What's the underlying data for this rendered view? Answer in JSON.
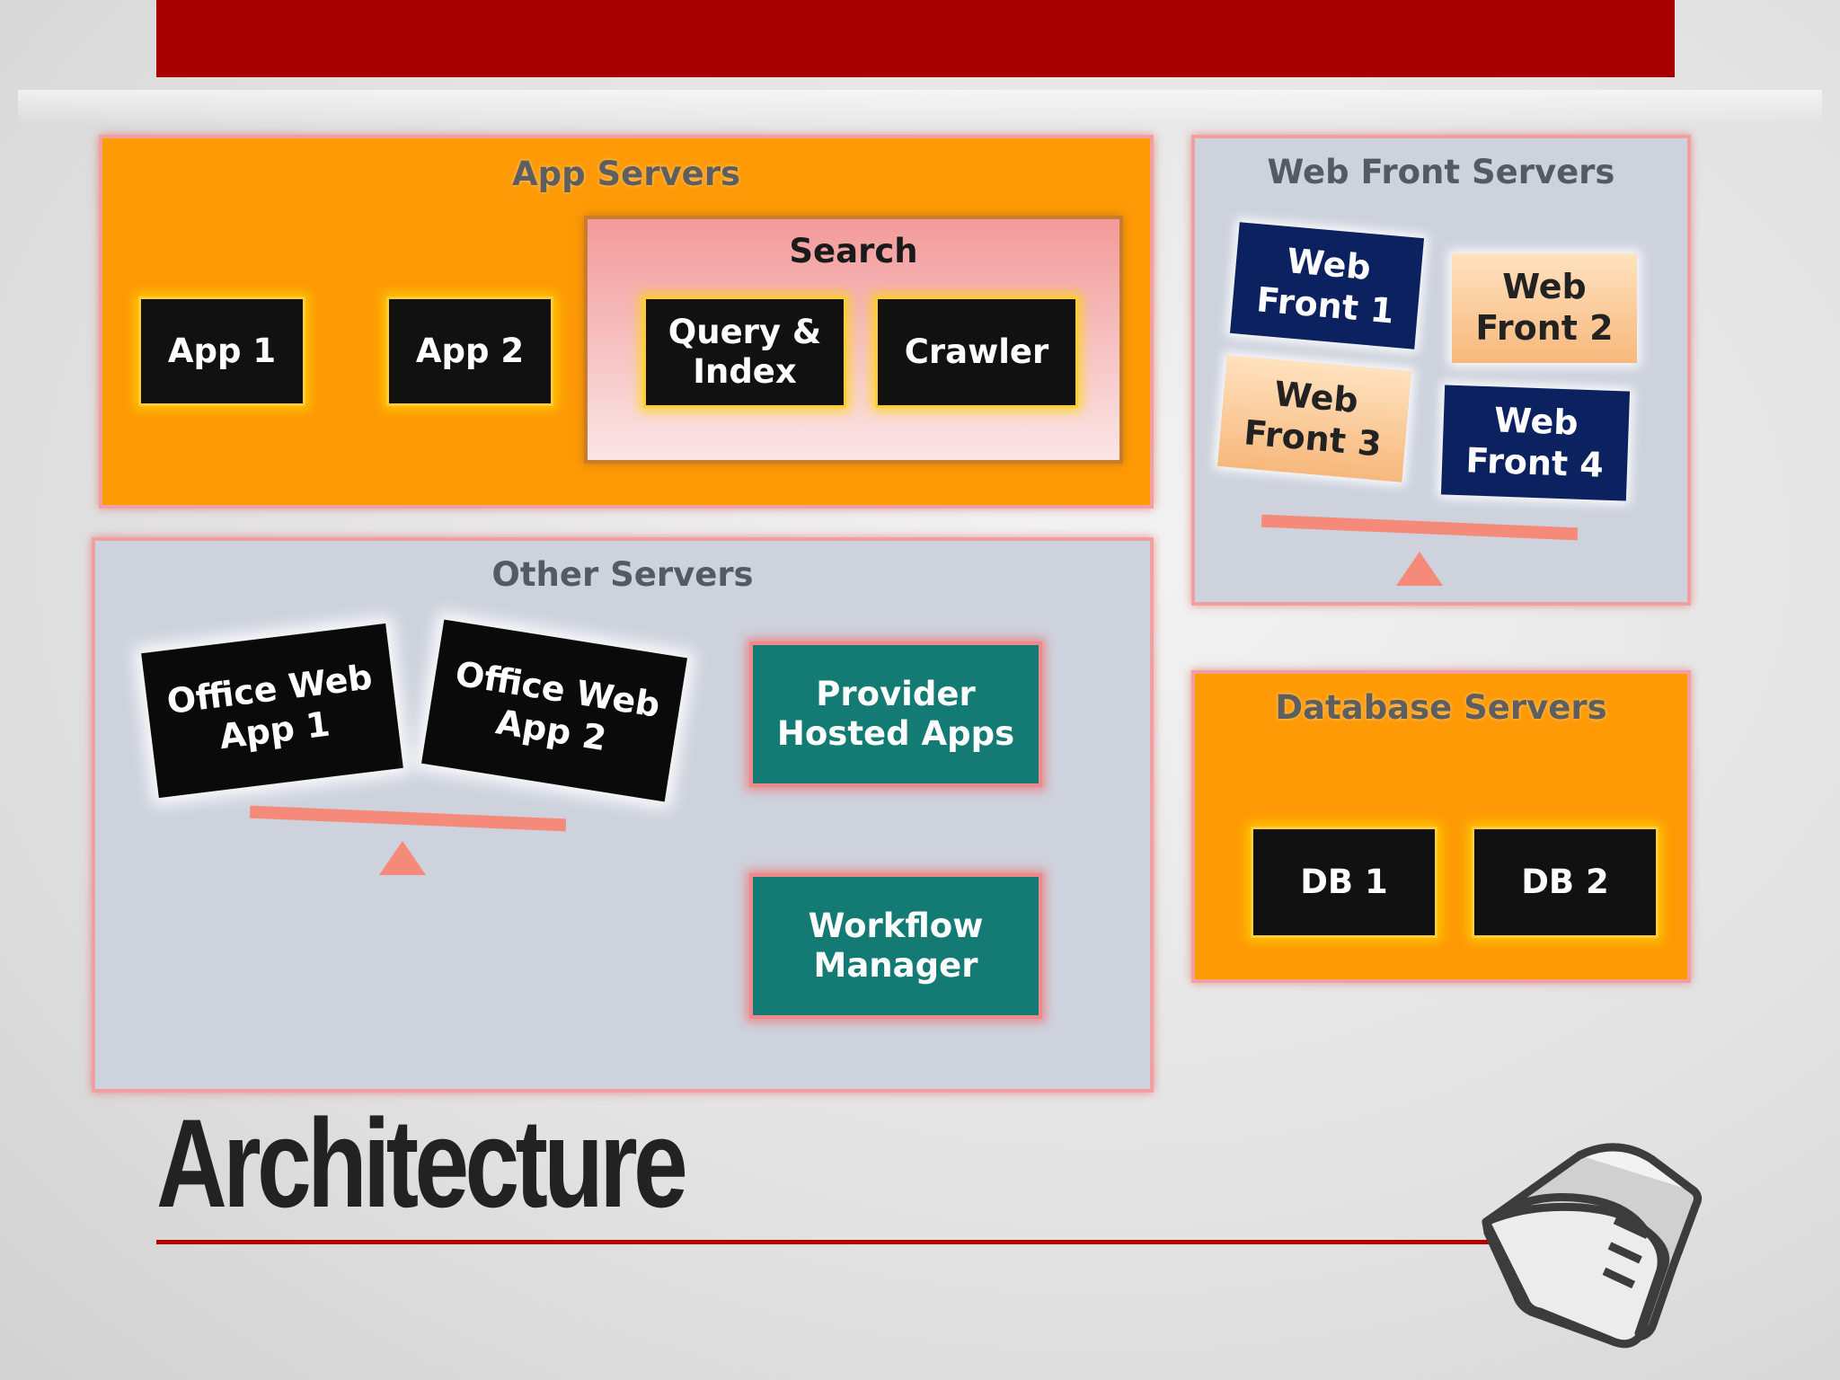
{
  "title": "Architecture",
  "app_servers": {
    "title": "App Servers",
    "items": [
      "App 1",
      "App 2"
    ],
    "search": {
      "title": "Search",
      "items": [
        "Query &\nIndex",
        "Crawler"
      ]
    }
  },
  "web_front_servers": {
    "title": "Web Front Servers",
    "items": [
      "Web\nFront 1",
      "Web\nFront 2",
      "Web\nFront 3",
      "Web\nFront 4"
    ]
  },
  "other_servers": {
    "title": "Other Servers",
    "office_web_apps": [
      "Office Web\nApp 1",
      "Office Web\nApp 2"
    ],
    "provider_hosted_apps": "Provider\nHosted Apps",
    "workflow_manager": "Workflow\nManager"
  },
  "database_servers": {
    "title": "Database Servers",
    "items": [
      "DB 1",
      "DB 2"
    ]
  },
  "colors": {
    "accent_red": "#a80000",
    "orange": "#fe9a05",
    "grey_panel": "#cdd2dd",
    "navy": "#0b2160",
    "teal": "#137b73",
    "balance": "#f58a7a"
  },
  "icons": [
    "server-icon",
    "balance-icon"
  ]
}
